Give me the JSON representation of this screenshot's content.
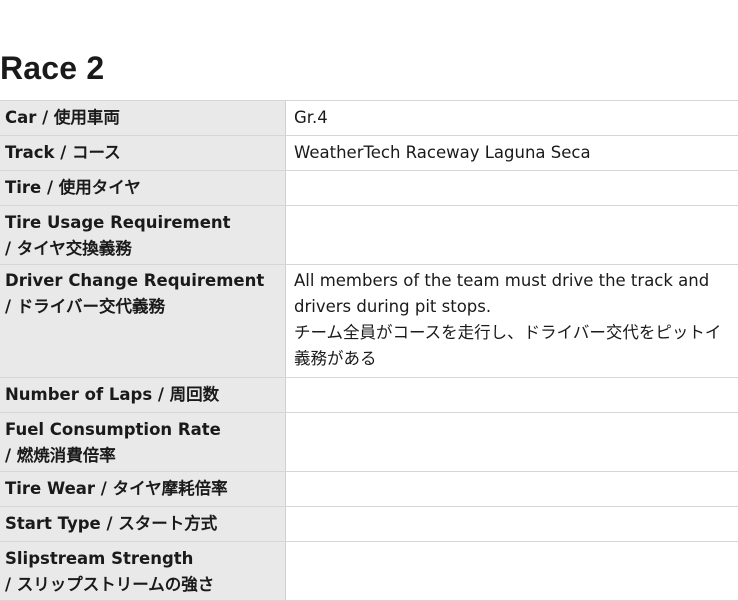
{
  "title": "Race 2",
  "rows": [
    {
      "label": [
        "Car / 使用車両"
      ],
      "value": [
        "Gr.4"
      ]
    },
    {
      "label": [
        "Track / コース"
      ],
      "value": [
        "WeatherTech Raceway Laguna Seca"
      ]
    },
    {
      "label": [
        "Tire / 使用タイヤ"
      ],
      "value": []
    },
    {
      "label": [
        "Tire Usage Requirement",
        "/ タイヤ交換義務"
      ],
      "value": []
    },
    {
      "label": [
        "Driver Change Requirement",
        "/ ドライバー交代義務"
      ],
      "value": [
        "All members of the team must drive the track and",
        "drivers during pit stops.",
        "チーム全員がコースを走行し、ドライバー交代をピットイ",
        "義務がある"
      ]
    },
    {
      "label": [
        "Number of Laps / 周回数"
      ],
      "value": []
    },
    {
      "label": [
        "Fuel Consumption Rate",
        "/ 燃焼消費倍率"
      ],
      "value": []
    },
    {
      "label": [
        "Tire Wear / タイヤ摩耗倍率"
      ],
      "value": []
    },
    {
      "label": [
        "Start Type / スタート方式"
      ],
      "value": []
    },
    {
      "label": [
        "Slipstream Strength",
        "/ スリップストリームの強さ"
      ],
      "value": []
    }
  ]
}
